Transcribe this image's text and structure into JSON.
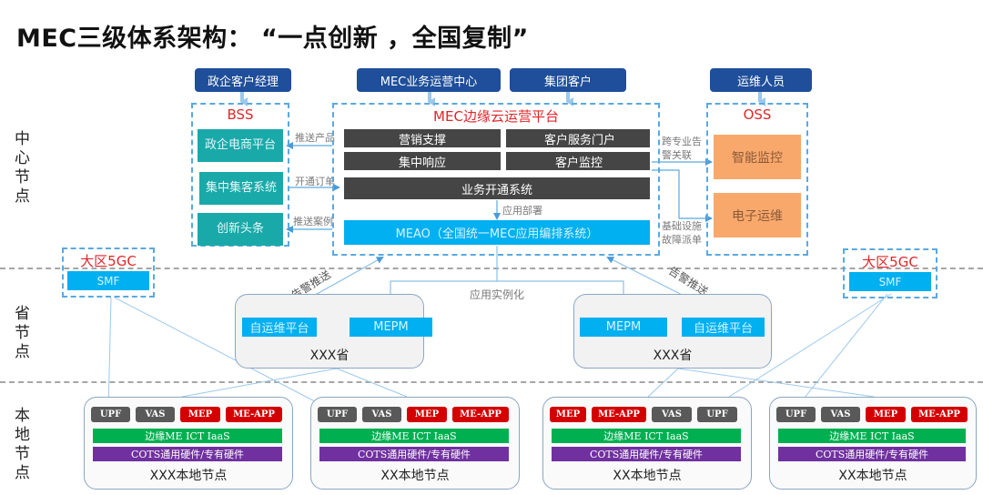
{
  "title": "MEC三级体系架构：  “一点创新 ，全国复制”",
  "tiers": {
    "center": "中心节点",
    "province": "省节点",
    "local": "本地节点"
  },
  "roles": {
    "gov_manager": "政企客户经理",
    "mec_ops_center": "MEC业务运营中心",
    "group_customer": "集团客户",
    "ops_staff": "运维人员"
  },
  "bss": {
    "title": "BSS",
    "items": [
      "政企电商平台",
      "集中集客系统",
      "创新头条"
    ]
  },
  "mec_platform": {
    "title": "MEC边缘云运营平台",
    "marketing": "营销支撑",
    "customer_portal": "客户服务门户",
    "central_response": "集中响应",
    "customer_monitor": "客户监控",
    "provisioning": "业务开通系统",
    "deploy_label": "应用部署",
    "meao": "MEAO（全国统一MEC应用编排系统）"
  },
  "oss": {
    "title": "OSS",
    "items": [
      "智能监控",
      "电子运维"
    ]
  },
  "flow_labels": {
    "push_product": "推送产品",
    "open_order": "开通订单",
    "push_case": "推送案例",
    "cross_alarm": "跨专业告警关联",
    "infra_fault": "基础设施故障派单",
    "alarm_push_left": "告警推送",
    "alarm_push_right": "告警推送",
    "app_instantiate": "应用实例化"
  },
  "regions": [
    {
      "title": "大区5GC",
      "smf": "SMF"
    },
    {
      "title": "大区5GC",
      "smf": "SMF"
    }
  ],
  "provinces": [
    {
      "name": "XXX省",
      "self_ops": "自运维平台",
      "mepm": "MEPM"
    },
    {
      "name": "XXX省",
      "self_ops": "自运维平台",
      "mepm": "MEPM"
    }
  ],
  "local_nodes": [
    {
      "name": "XXX本地节点",
      "chips": [
        {
          "label": "UPF",
          "kind": "g"
        },
        {
          "label": "VAS",
          "kind": "g"
        },
        {
          "label": "MEP",
          "kind": "r"
        },
        {
          "label": "ME-APP",
          "kind": "r"
        }
      ],
      "iaas": "边缘ME  ICT IaaS",
      "hw": "COTS通用硬件/专有硬件"
    },
    {
      "name": "XX本地节点",
      "chips": [
        {
          "label": "UPF",
          "kind": "g"
        },
        {
          "label": "VAS",
          "kind": "g"
        },
        {
          "label": "MEP",
          "kind": "r"
        },
        {
          "label": "ME-APP",
          "kind": "r"
        }
      ],
      "iaas": "边缘ME  ICT IaaS",
      "hw": "COTS通用硬件/专有硬件"
    },
    {
      "name": "XX本地节点",
      "chips": [
        {
          "label": "MEP",
          "kind": "r"
        },
        {
          "label": "ME-APP",
          "kind": "r"
        },
        {
          "label": "VAS",
          "kind": "g"
        },
        {
          "label": "UPF",
          "kind": "g"
        }
      ],
      "iaas": "边缘ME  ICT IaaS",
      "hw": "COTS通用硬件/专有硬件"
    },
    {
      "name": "XX本地节点",
      "chips": [
        {
          "label": "UPF",
          "kind": "g"
        },
        {
          "label": "VAS",
          "kind": "g"
        },
        {
          "label": "MEP",
          "kind": "r"
        },
        {
          "label": "ME-APP",
          "kind": "r"
        }
      ],
      "iaas": "边缘ME  ICT IaaS",
      "hw": "COTS通用硬件/专有硬件"
    }
  ],
  "colors": {
    "role_bg": "#1f4e9a",
    "teal": "#1aa9a9",
    "dark": "#454545",
    "cyan": "#00b0f0",
    "orange": "#f9a86c",
    "red_title": "#e0262b",
    "chip_gray": "#595959",
    "chip_red": "#d40000",
    "iaas_green": "#00b050",
    "hw_purple": "#7030a0",
    "line_blue": "#5aa9e0"
  }
}
